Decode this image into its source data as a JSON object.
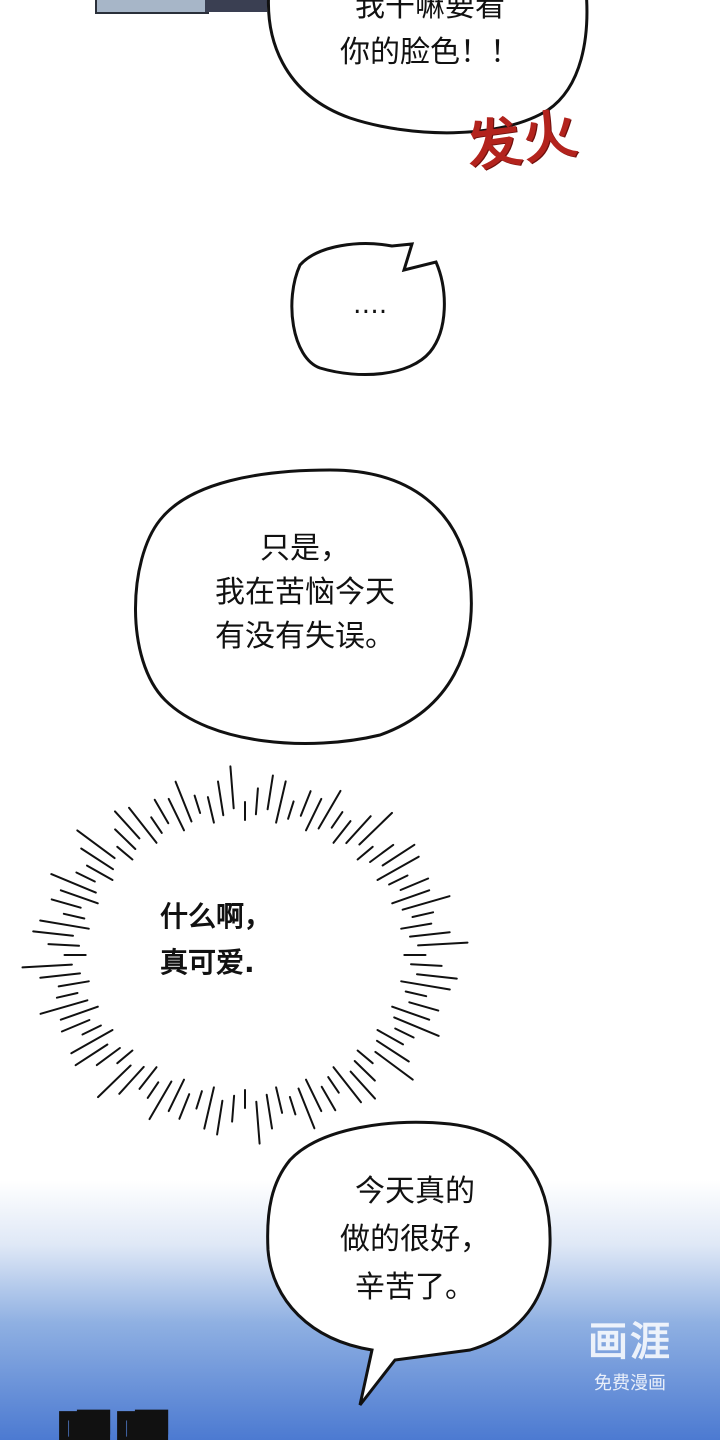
{
  "bubbles": [
    {
      "id": "top",
      "lines": [
        "我干嘛要看",
        "你的脸色！！"
      ]
    },
    {
      "id": "dots",
      "lines": [
        "…."
      ]
    },
    {
      "id": "worry",
      "lines": [
        "只是，",
        "我在苦恼今天",
        "有没有失误。"
      ]
    },
    {
      "id": "cute",
      "lines": [
        "什么啊，",
        "真可爱."
      ]
    },
    {
      "id": "praise",
      "lines": [
        "今天真的",
        "做的很好，",
        "辛苦了。"
      ]
    }
  ],
  "sfx": {
    "angry": "发火",
    "bottom": "嘿嘿"
  },
  "watermark": {
    "brand": "画涯",
    "tagline": "免费漫画"
  },
  "colors": {
    "angry_sfx": "#b3231d",
    "sky_bottom": "#4c7ad1"
  }
}
